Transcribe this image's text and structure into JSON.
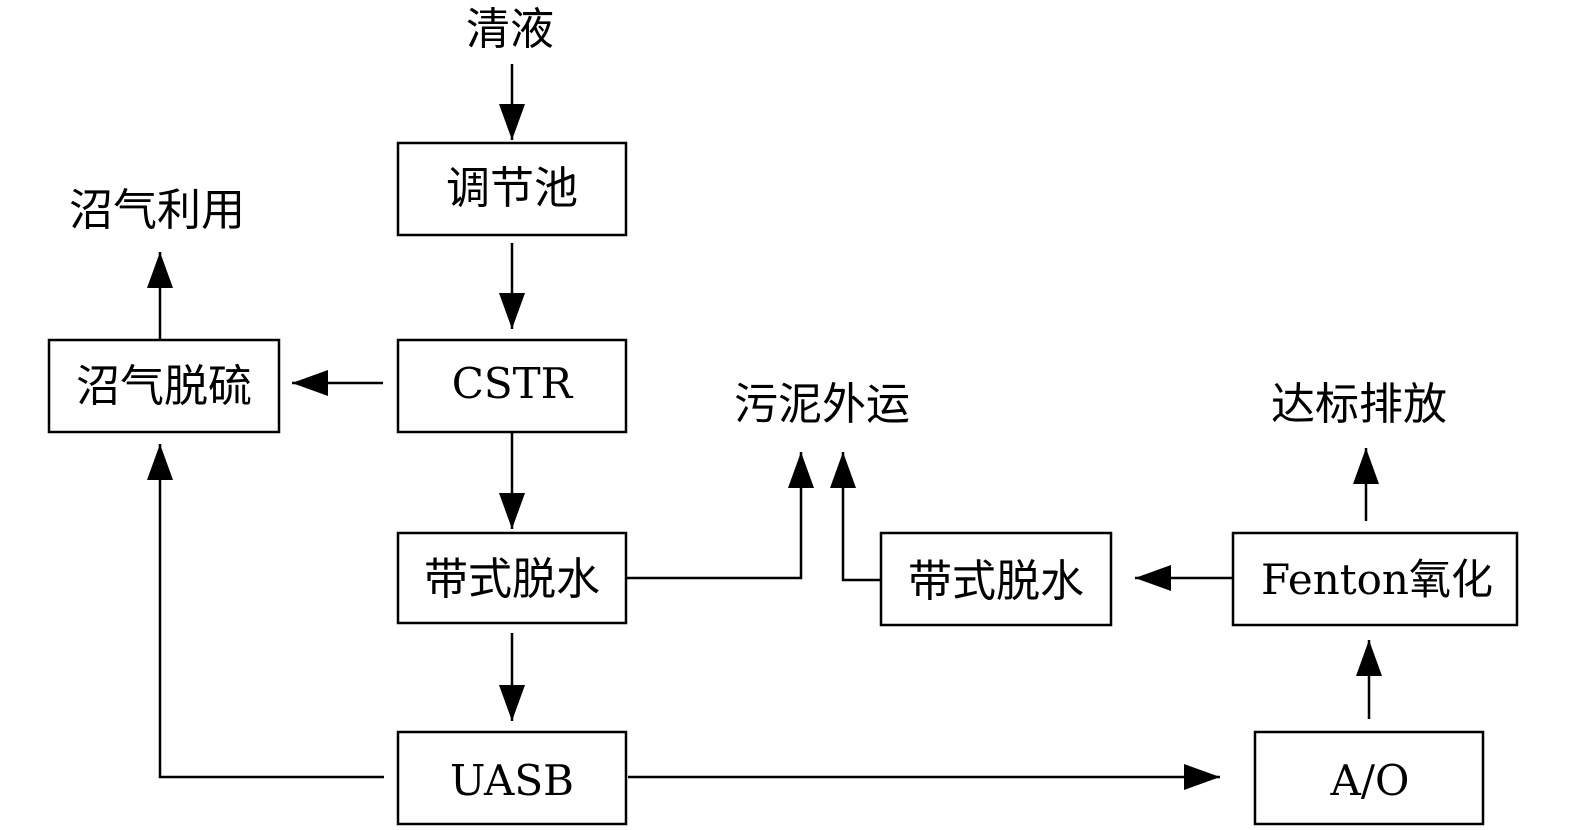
{
  "diagram": {
    "input_label": "清液",
    "tank": "调节池",
    "cstr": "CSTR",
    "biogas_desulf": "沼气脱硫",
    "biogas_use": "沼气利用",
    "belt_dewater_1": "带式脱水",
    "sludge_out": "污泥外运",
    "belt_dewater_2": "带式脱水",
    "fenton": "Fenton氧化",
    "discharge": "达标排放",
    "uasb": "UASB",
    "ao": "A/O"
  }
}
